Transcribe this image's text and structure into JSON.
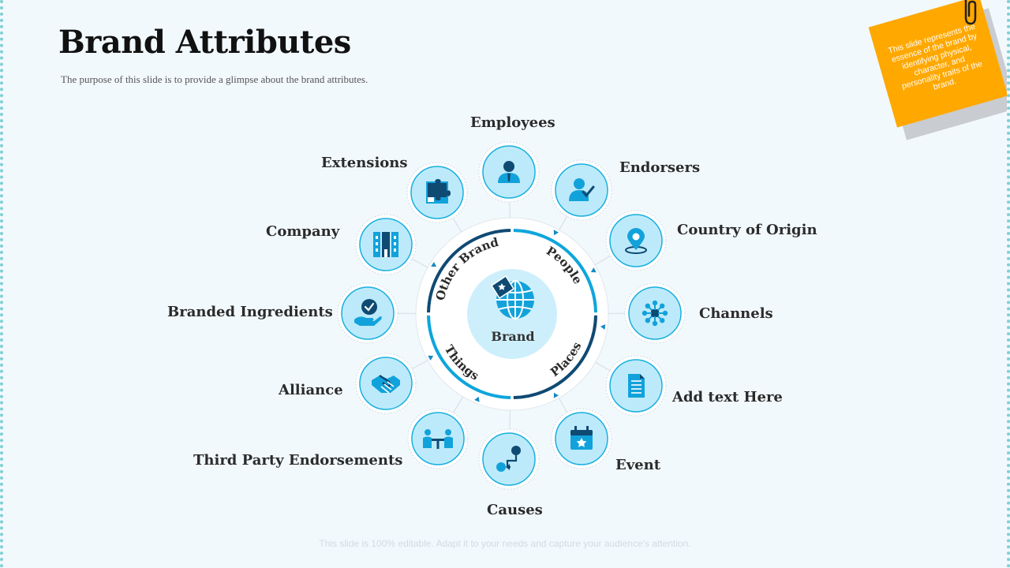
{
  "slide": {
    "title": "Brand Attributes",
    "subtitle": "The purpose of this slide is to provide a glimpse about the brand attributes.",
    "footer": "This slide is 100% editable. Adapt it to your needs and capture your audience's attention."
  },
  "sticky_note": {
    "text": "This slide represents the essence of the brand by identifying physical, character, and personality traits of the brand.",
    "color": "#ffa800"
  },
  "center": {
    "label": "Brand",
    "icon": "globe-tag-icon"
  },
  "sectors": [
    {
      "id": "other-brand",
      "label": "Other Brand"
    },
    {
      "id": "people",
      "label": "People"
    },
    {
      "id": "places",
      "label": "Places"
    },
    {
      "id": "things",
      "label": "Things"
    }
  ],
  "attributes": [
    {
      "id": "employees",
      "label": "Employees",
      "icon": "employee-icon"
    },
    {
      "id": "endorsers",
      "label": "Endorsers",
      "icon": "endorser-icon"
    },
    {
      "id": "country-of-origin",
      "label": "Country of Origin",
      "icon": "location-pin-icon"
    },
    {
      "id": "channels",
      "label": "Channels",
      "icon": "network-icon"
    },
    {
      "id": "add-text-here",
      "label": "Add text Here",
      "icon": "document-icon"
    },
    {
      "id": "event",
      "label": "Event",
      "icon": "calendar-star-icon"
    },
    {
      "id": "causes",
      "label": "Causes",
      "icon": "flow-arrow-icon"
    },
    {
      "id": "third-party-endorsements",
      "label": "Third Party  Endorsements",
      "icon": "meeting-table-icon"
    },
    {
      "id": "alliance",
      "label": "Alliance",
      "icon": "handshake-icon"
    },
    {
      "id": "branded-ingredients",
      "label": "Branded Ingredients",
      "icon": "hand-badge-icon"
    },
    {
      "id": "company",
      "label": "Company",
      "icon": "building-icon"
    },
    {
      "id": "extensions",
      "label": "Extensions",
      "icon": "puzzle-icon"
    }
  ],
  "colors": {
    "accent": "#0ea5dc",
    "dark_blue": "#0f4a73",
    "node_fill": "#bdeafa",
    "inner_fill": "#cdeffb"
  }
}
